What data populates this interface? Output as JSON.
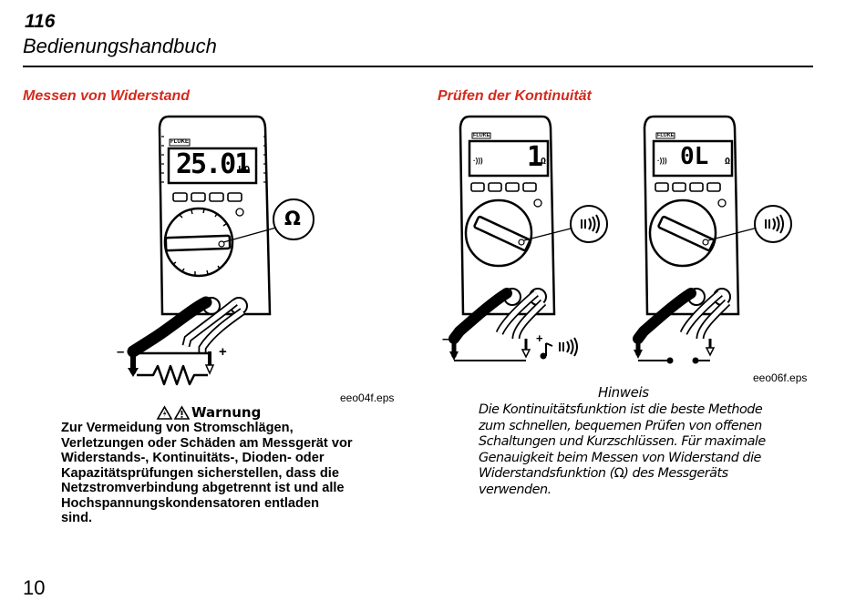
{
  "header": {
    "model": "116",
    "title": "Bedienungshandbuch"
  },
  "left_section": {
    "title": "Messen von Widerstand",
    "meter": {
      "brand": "FLUKE",
      "display_value": "25.01",
      "display_unit": "kΩ",
      "dial_callout": "Ω"
    },
    "lead_minus": "–",
    "lead_plus": "+",
    "figure_caption": "eeo04f.eps"
  },
  "right_section": {
    "title": "Prüfen der Kontinuität",
    "meter_a": {
      "brand": "FLUKE",
      "display_value": "1",
      "display_unit": "Ω"
    },
    "meter_b": {
      "brand": "FLUKE",
      "display_value": "0L",
      "display_unit": "Ω"
    },
    "lead_minus": "–",
    "lead_plus": "+",
    "figure_caption": "eeo06f.eps"
  },
  "warning": {
    "heading": "Warnung",
    "text": "Zur Vermeidung von Stromschlägen, Verletzungen oder Schäden am Messgerät vor Widerstands-, Kontinuitäts-, Dioden- oder Kapazitätsprüfungen sicherstellen, dass die Netzstromverbindung abgetrennt ist und alle Hochspannungskondensatoren entladen sind."
  },
  "note": {
    "heading": "Hinweis",
    "text_before_symbol": "Die Kontinuitätsfunktion ist die beste Methode zum schnellen, bequemen Prüfen von offenen Schaltungen und Kurzschlüssen. Für maximale Genauigkeit beim Messen von Widerstand die Widerstandsfunktion (",
    "symbol": "Ω",
    "text_after_symbol": ") des Messgeräts verwenden."
  },
  "footer": {
    "page_number": "10"
  }
}
